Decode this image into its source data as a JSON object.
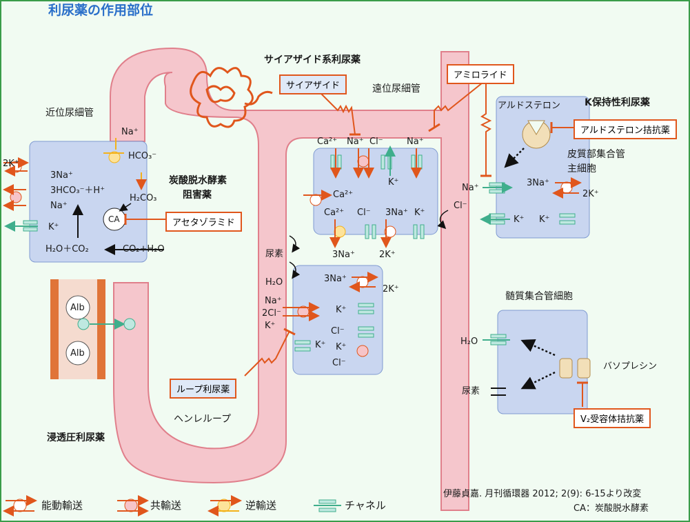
{
  "title": "利尿薬の作用部位",
  "segments": {
    "proximal": "近位尿細管",
    "distal": "遠位尿細管",
    "cortical_cd": "皮質部集合管",
    "cortical_cd_cell": "主細胞",
    "medullary_cd": "髄質集合管細胞",
    "henle": "ヘンレループ"
  },
  "drug_classes": {
    "thiazide_class": "サイアザイド系利尿薬",
    "ca_inhibitor": "炭酸脱水酵素",
    "ca_inhibitor2": "阻害薬",
    "k_sparing": "K保持性利尿薬",
    "osmotic": "浸透圧利尿薬"
  },
  "drugs": {
    "thiazide": "サイアザイド",
    "amiloride": "アミロライド",
    "aldo_antag": "アルドステロン拮抗薬",
    "acetazolamide": "アセタゾラミド",
    "loop": "ループ利尿薬",
    "v2": "V₂受容体拮抗薬"
  },
  "hormones": {
    "aldosterone": "アルドステロン",
    "vasopressin": "バソプレシン"
  },
  "ions": {
    "na": "Na⁺",
    "hco3": "HCO₃⁻",
    "k2": "2K⁺",
    "na3": "3Na⁺",
    "hco3_h": "3HCO₃⁻＋H⁺",
    "k": "K⁺",
    "h2co3": "H₂CO₃",
    "ca": "CA",
    "h2o_co2": "H₂O＋CO₂",
    "co2_h2o": "CO₂+H₂O",
    "alb": "Alb",
    "ca2": "Ca²⁺",
    "cl": "Cl⁻",
    "urea": "尿素",
    "h2o": "H₂O",
    "cl2": "2Cl⁻"
  },
  "legend": {
    "active": "能動輸送",
    "cotransport": "共輸送",
    "antiport": "逆輸送",
    "channel": "チャネル"
  },
  "footnote": {
    "cite": "伊藤貞嘉. 月刊循環器 2012; 2(9): 6-15より改変",
    "ca_note": "CA：炭酸脱水酵素"
  },
  "colors": {
    "tubule": "#f5c6cc",
    "tubule_edge": "#e07f8b",
    "cell": "#c9d6f0",
    "drug_border": "#e0561c",
    "active": "#e0561c",
    "antiport": "#f3b21b",
    "channel": "#3fae8c",
    "vessel": "#e07438"
  }
}
